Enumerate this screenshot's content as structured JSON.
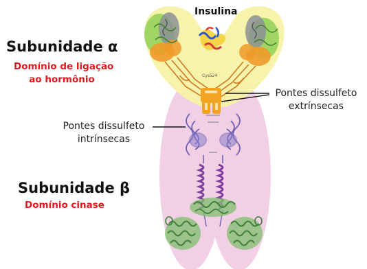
{
  "title": "Insulina",
  "alpha": {
    "title": "Subunidade α",
    "desc_line1": "Domínio de ligação",
    "desc_line2": "ao hormônio"
  },
  "beta": {
    "title": "Subunidade β",
    "desc": "Domínio cinase"
  },
  "extrinsic": {
    "line1": "Pontes dissulfeto",
    "line2": "extrínsecas"
  },
  "intrinsic": {
    "line1": "Pontes dissulfeto",
    "line2": "intrínsecas"
  },
  "residue_label": "Cys524",
  "colors": {
    "alpha_region": "#f7f2a6",
    "beta_region": "#f1cfe4",
    "label_red": "#e0191e",
    "ligand_domain_green": "#8fcf55",
    "ligand_domain_gray": "#8c9095",
    "ligand_domain_orange": "#ef9a2a",
    "disulfide_bridge": "#f2a324",
    "fibronectin_purple": "#6f5fb3",
    "transmembrane_purple": "#7f3f9c",
    "kinase_green": "#4f9a4a"
  }
}
